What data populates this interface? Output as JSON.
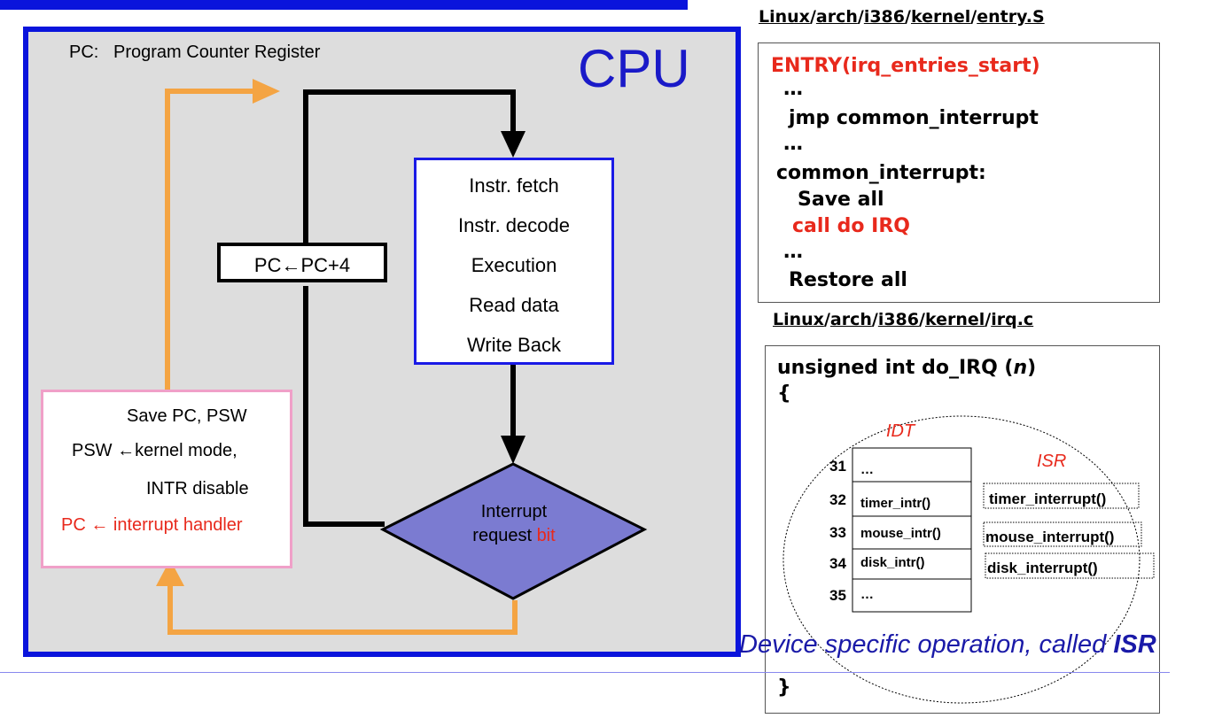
{
  "cpu": {
    "title": "CPU",
    "pc_legend": "PC:   Program Counter Register",
    "pipeline": [
      "Instr. fetch",
      "Instr. decode",
      "Execution",
      "Read data",
      "Write Back"
    ],
    "pc_increment": "PC←PC+4",
    "interrupt_check": {
      "line1": "Interrupt",
      "line2_prefix": "request ",
      "line2_highlight": "bit"
    },
    "handler_steps": [
      "Save PC, PSW",
      "PSW ←kernel mode,",
      "INTR disable",
      "PC ← interrupt handler"
    ]
  },
  "entry_file": {
    "path": [
      "Linux",
      "arch",
      "i386",
      "kernel",
      "entry.S"
    ],
    "lines": [
      "ENTRY(irq_entries_start)",
      "…",
      "jmp common_interrupt",
      "…",
      "common_interrupt:",
      "Save all",
      "call do IRQ",
      "…",
      "Restore all"
    ]
  },
  "irq_file": {
    "path": [
      "Linux",
      "arch",
      "i386",
      "kernel",
      "irq.c"
    ],
    "signature_prefix": "unsigned int do_IRQ (",
    "signature_param": "n",
    "signature_suffix": ")",
    "open_brace": "{",
    "close_brace": "}",
    "idt_label": "IDT",
    "isr_label": "ISR",
    "idt_rows": [
      {
        "num": "31",
        "entry": "…"
      },
      {
        "num": "32",
        "entry": "timer_intr()"
      },
      {
        "num": "33",
        "entry": "mouse_intr()"
      },
      {
        "num": "34",
        "entry": "disk_intr()"
      },
      {
        "num": "35",
        "entry": "…"
      }
    ],
    "isr_entries": [
      "timer_interrupt()",
      "mouse_interrupt()",
      "disk_interrupt()"
    ]
  },
  "caption": {
    "prefix": "Device specific operation, called ",
    "bold": "ISR"
  },
  "colors": {
    "cpu_border": "#0a14dc",
    "cpu_fill": "#dddddd",
    "pipeline_border": "#1a1ae6",
    "diamond_fill": "#7b7bd1",
    "handler_border": "#f0a0c8",
    "orange_arrow": "#f4a443",
    "highlight_red": "#e8291c",
    "cpu_title": "#1a1ac8"
  }
}
